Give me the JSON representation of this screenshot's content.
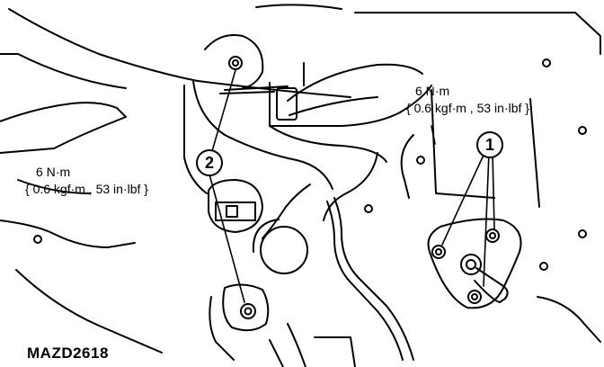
{
  "callouts": [
    {
      "id": "1",
      "torque": "6 N·m",
      "torque_alt": "{ 0.6 kgf·m , 53 in·lbf }"
    },
    {
      "id": "2",
      "torque": "6 N·m",
      "torque_alt": "{ 0.6 kgf·m , 53 in·lbf }"
    }
  ],
  "figure_code": "MAZD2618",
  "colors": {
    "line": "#000000",
    "background": "#ffffff"
  }
}
